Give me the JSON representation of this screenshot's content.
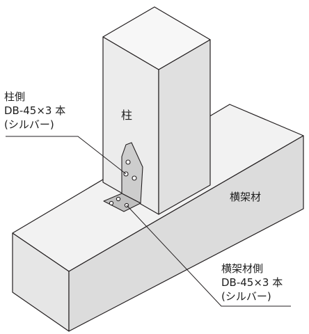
{
  "labels": {
    "post": "柱",
    "beam": "横架材",
    "post_side": {
      "title": "柱側",
      "spec": "DB-45×3 本",
      "color": "(シルバー)"
    },
    "beam_side": {
      "title": "横架材側",
      "spec": "DB-45×3 本",
      "color": "(シルバー)"
    }
  },
  "colors": {
    "line": "#231f20",
    "face_light": "#f2f2f2",
    "face_mid": "#e6e6e6",
    "face_dark": "#d9d9d9",
    "bracket": "#c8c8c8"
  }
}
